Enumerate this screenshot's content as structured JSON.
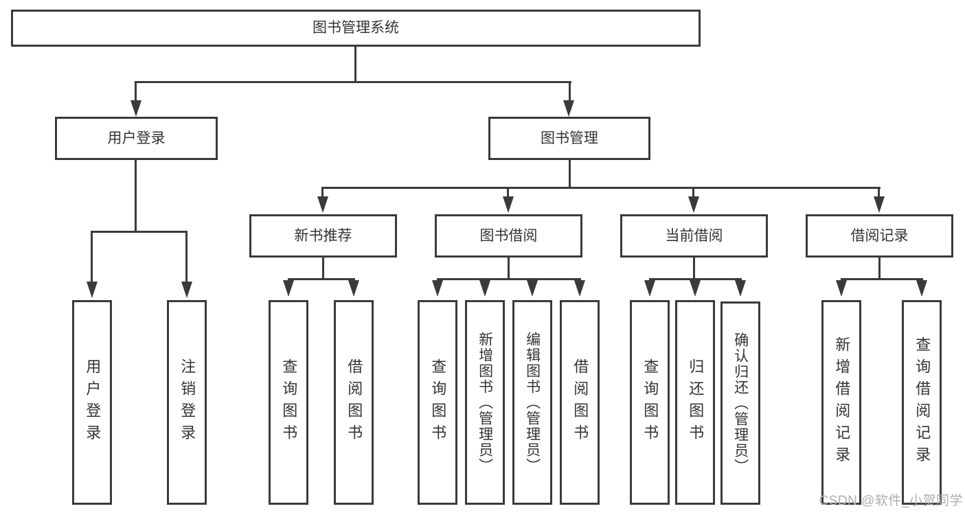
{
  "diagram": {
    "title": "图书管理系统",
    "nodes": {
      "root": "图书管理系统",
      "user_login": "用户登录",
      "book_management": "图书管理",
      "user_login_leaf": "用户登录",
      "logout_leaf": "注销登录",
      "new_book_recommend": "新书推荐",
      "book_borrow": "图书借阅",
      "current_borrow": "当前借阅",
      "borrow_record": "借阅记录",
      "nbr_query_book": "查询图书",
      "nbr_borrow_book": "借阅图书",
      "bb_query_book": "查询图书",
      "bb_add_book": "新增图书（管理员）",
      "bb_edit_book": "编辑图书（管理员）",
      "bb_borrow_book": "借阅图书",
      "cb_query_book": "查询图书",
      "cb_return_book": "归还图书",
      "cb_confirm_return": "确认归还（管理员）",
      "br_add_record": "新增借阅记录",
      "br_query_record": "查询借阅记录"
    },
    "colors": {
      "line": "#3a3a3a",
      "text": "#333333",
      "watermark": "#aeaeae",
      "background": "#ffffff"
    }
  },
  "watermark": "CSDN @软件_小贺同学"
}
